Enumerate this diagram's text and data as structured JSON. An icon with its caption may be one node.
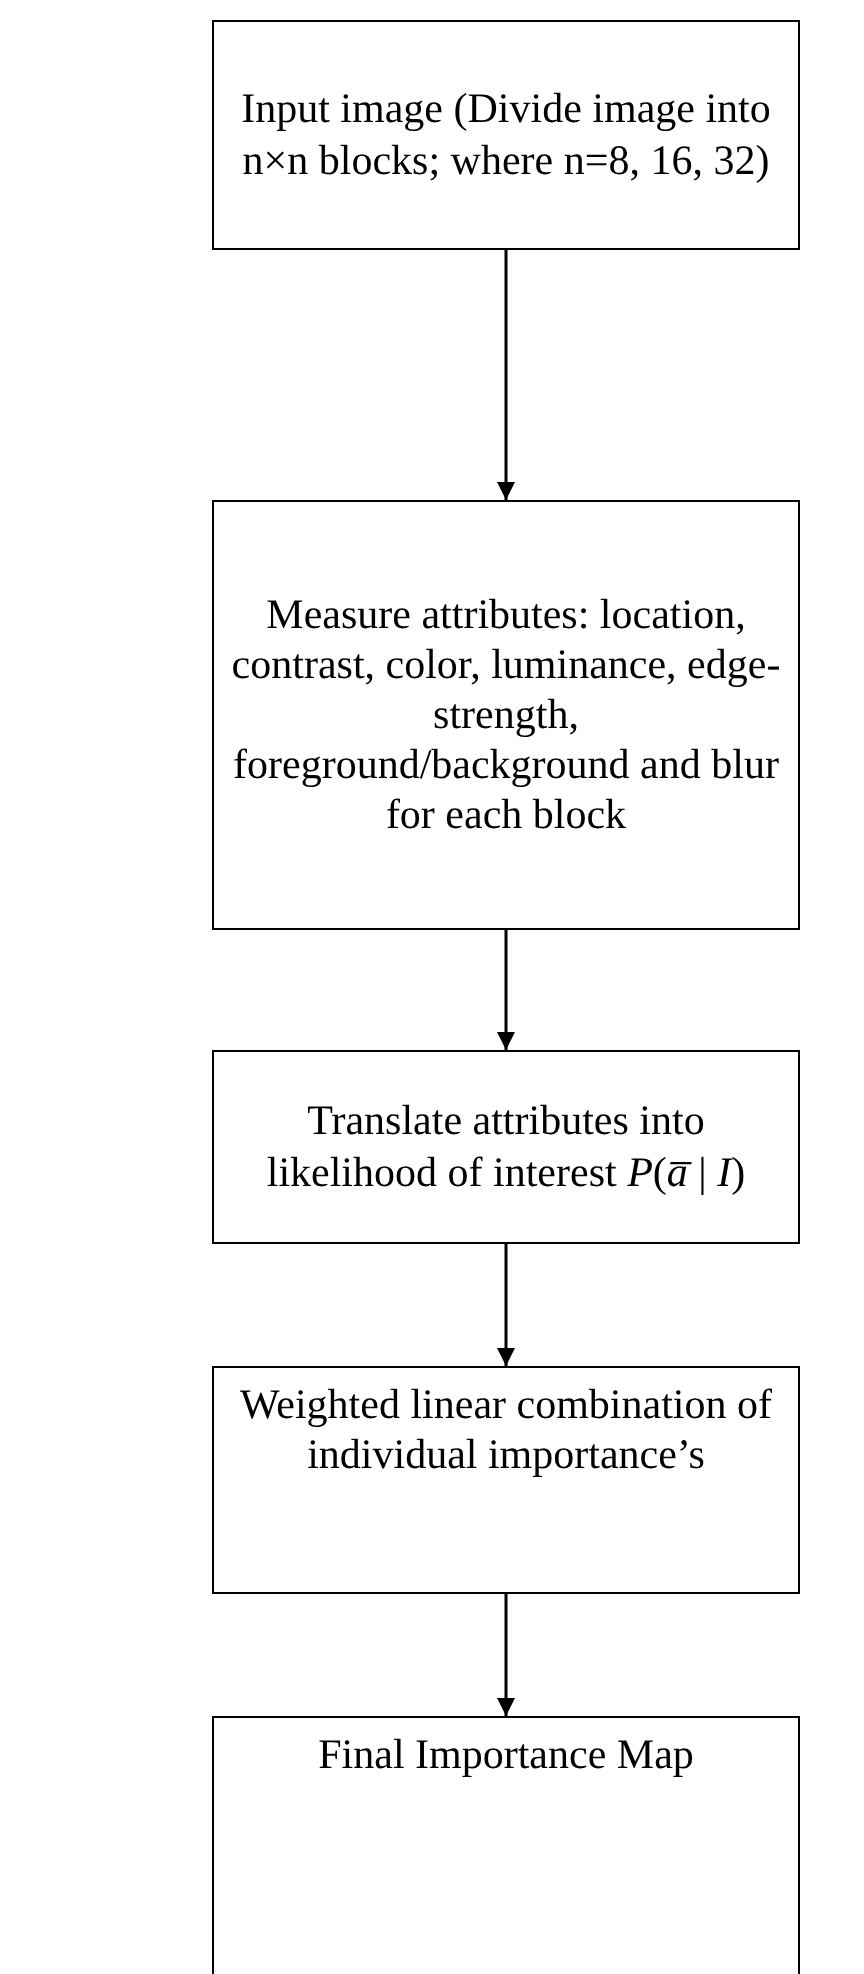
{
  "diagram": {
    "nodes": [
      {
        "text": [
          "Input image (Divide image into n×n blocks; where n=8, 16, 32)"
        ]
      },
      {
        "text": [
          "Measure attributes: location, contrast, color, luminance, edge-strength, foreground/background and blur for each block"
        ]
      },
      {
        "text": [
          "Translate attributes into likelihood of interest  *P*(*a̅* | *I*)"
        ]
      },
      {
        "text": [
          "Weighted linear combination of individual importance’s"
        ]
      },
      {
        "text": [
          "Final Importance Map"
        ]
      }
    ],
    "edges": [
      {
        "from": 0,
        "to": 1,
        "arrow": "to"
      },
      {
        "from": 1,
        "to": 2,
        "arrow": "to"
      },
      {
        "from": 2,
        "to": 3,
        "arrow": "to"
      },
      {
        "from": 3,
        "to": 4,
        "arrow": "to"
      }
    ]
  }
}
